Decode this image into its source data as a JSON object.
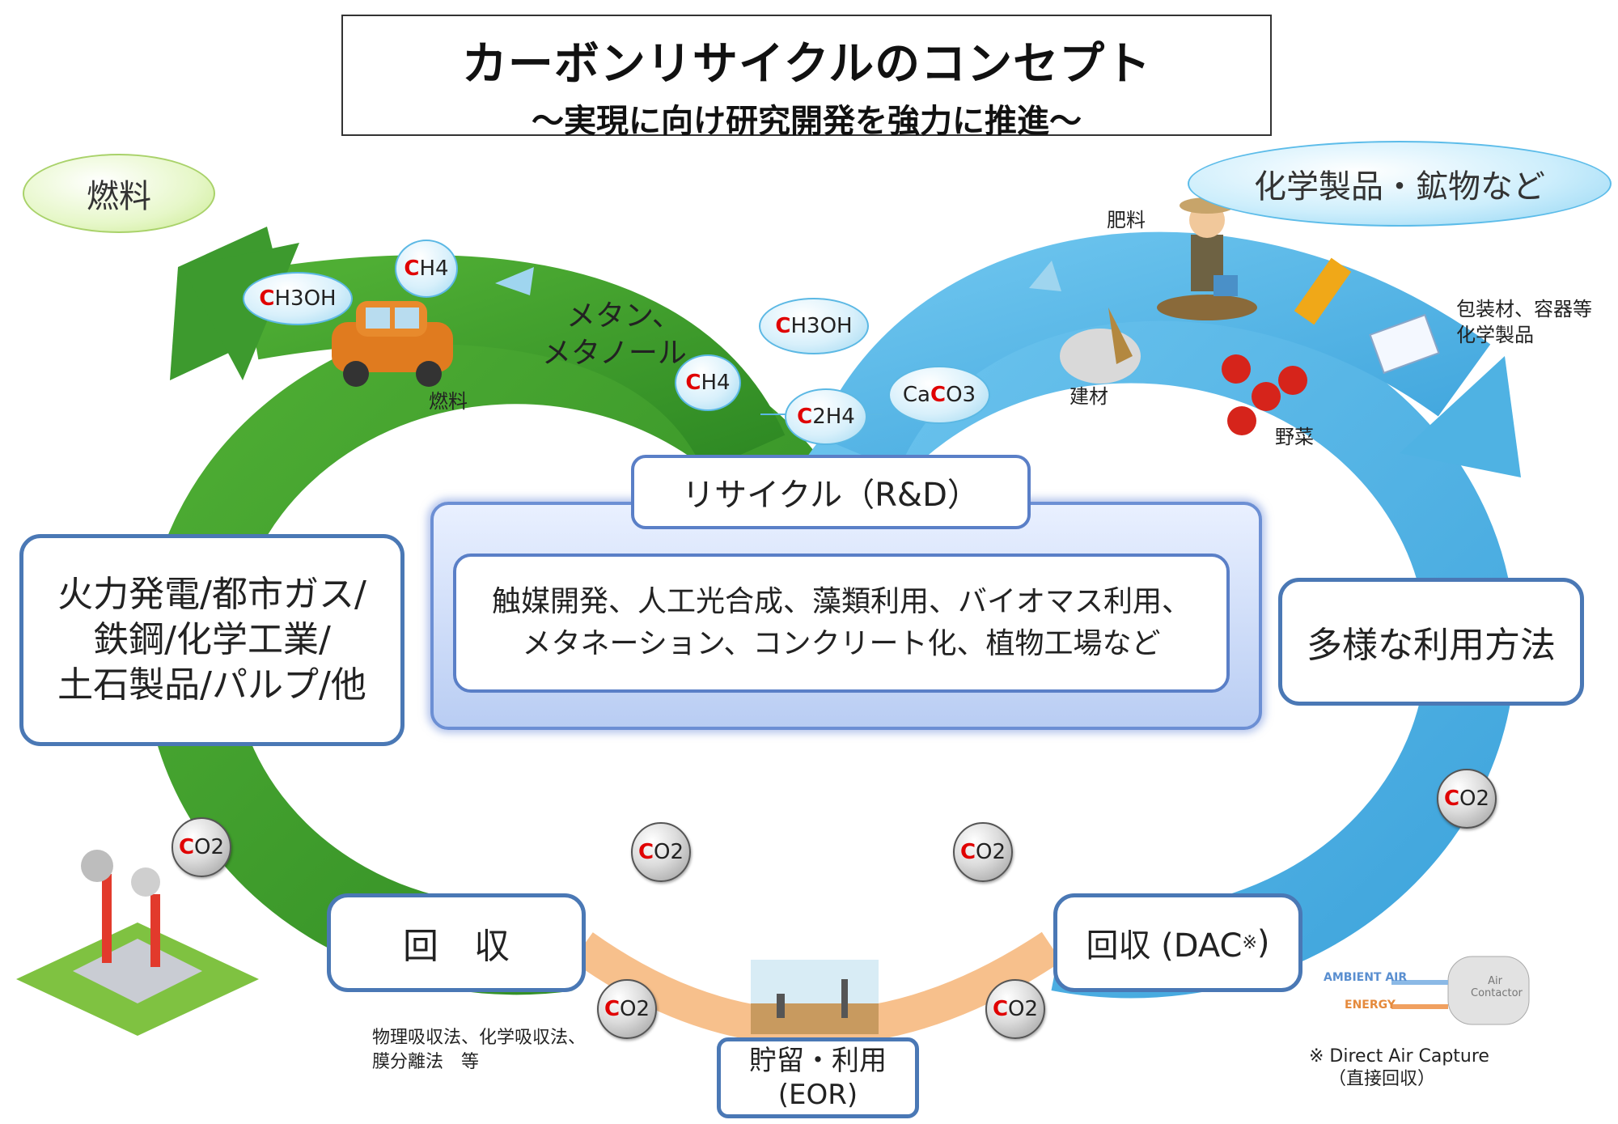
{
  "title": {
    "main": "カーボンリサイクルのコンセプト",
    "sub": "～実現に向け研究開発を強力に推進～"
  },
  "top_labels": {
    "fuel": "燃料",
    "chemicals": "化学製品・鉱物など"
  },
  "molecules": {
    "ch3oh_left": {
      "c": "C",
      "rest": "H3OH"
    },
    "ch4_left": {
      "c": "C",
      "rest": "H4"
    },
    "ch3oh_center": {
      "c": "C",
      "rest": "H3OH"
    },
    "ch4_center": {
      "c": "C",
      "rest": "H4"
    },
    "c2h4": {
      "c": "C",
      "rest": "2H4"
    },
    "caco3": {
      "pre": "Ca",
      "c": "C",
      "rest": "O3"
    }
  },
  "annotations": {
    "methane_line1": "メタン、",
    "methane_line2": "メタノール",
    "car_fuel": "燃料",
    "fertilizer": "肥料",
    "building_material": "建材",
    "vegetables": "野菜",
    "packaging_line1": "包装材、容器等",
    "packaging_line2": "化学製品"
  },
  "recycle": {
    "label": "リサイクル（R&D）",
    "line1": "触媒開発、人工光合成、藻類利用、バイオマス利用、",
    "line2": "メタネーション、コンクリート化、植物工場など"
  },
  "sources": {
    "line1": "火力発電/都市ガス/",
    "line2": "鉄鋼/化学工業/",
    "line3": "土石製品/パルプ/他"
  },
  "uses": "多様な利用方法",
  "capture": {
    "label": "回　収",
    "methods_line1": "物理吸収法、化学吸収法、",
    "methods_line2": "膜分離法　等"
  },
  "dac": {
    "label": "回収 (DAC",
    "mark": "※",
    "close": ")",
    "note_line1": "※ Direct Air Capture",
    "note_line2": "（直接回収）",
    "ambient": "AMBIENT AIR",
    "energy": "ENERGY",
    "contactor": "Air Contactor"
  },
  "storage": {
    "line1": "貯留・利用",
    "line2": "(EOR)"
  },
  "co2": {
    "c": "C",
    "rest": "O2"
  },
  "colors": {
    "green_loop": "#3d9a2e",
    "blue_loop": "#4fb2e3",
    "orange_link": "#f7c08c",
    "box_border": "#4a78b5"
  }
}
